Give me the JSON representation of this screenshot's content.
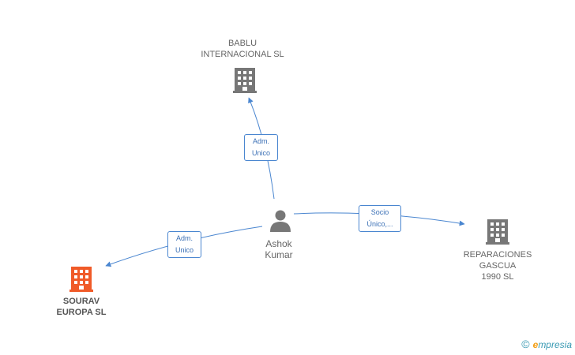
{
  "colors": {
    "edge": "#4a86d0",
    "icon": "#777777",
    "highlight": "#f05a28"
  },
  "nodes": {
    "bablu": {
      "lines": [
        "BABLU",
        "INTERNACIONAL SL"
      ],
      "icon": "building-icon"
    },
    "reparaciones": {
      "lines": [
        "REPARACIONES",
        "GASCUA",
        "1990 SL"
      ],
      "icon": "building-icon"
    },
    "sourav": {
      "lines": [
        "SOURAV",
        "EUROPA SL"
      ],
      "icon": "building-icon"
    },
    "ashok": {
      "lines": [
        "Ashok",
        "Kumar"
      ],
      "icon": "person-icon"
    }
  },
  "edges": {
    "to_bablu": {
      "lines": [
        "Adm.",
        "Unico"
      ]
    },
    "to_reparaciones": {
      "lines": [
        "Socio",
        "Único,..."
      ]
    },
    "to_sourav": {
      "lines": [
        "Adm.",
        "Unico"
      ]
    }
  },
  "brand": {
    "copyright": "©",
    "e": "e",
    "rest": "mpresia"
  }
}
